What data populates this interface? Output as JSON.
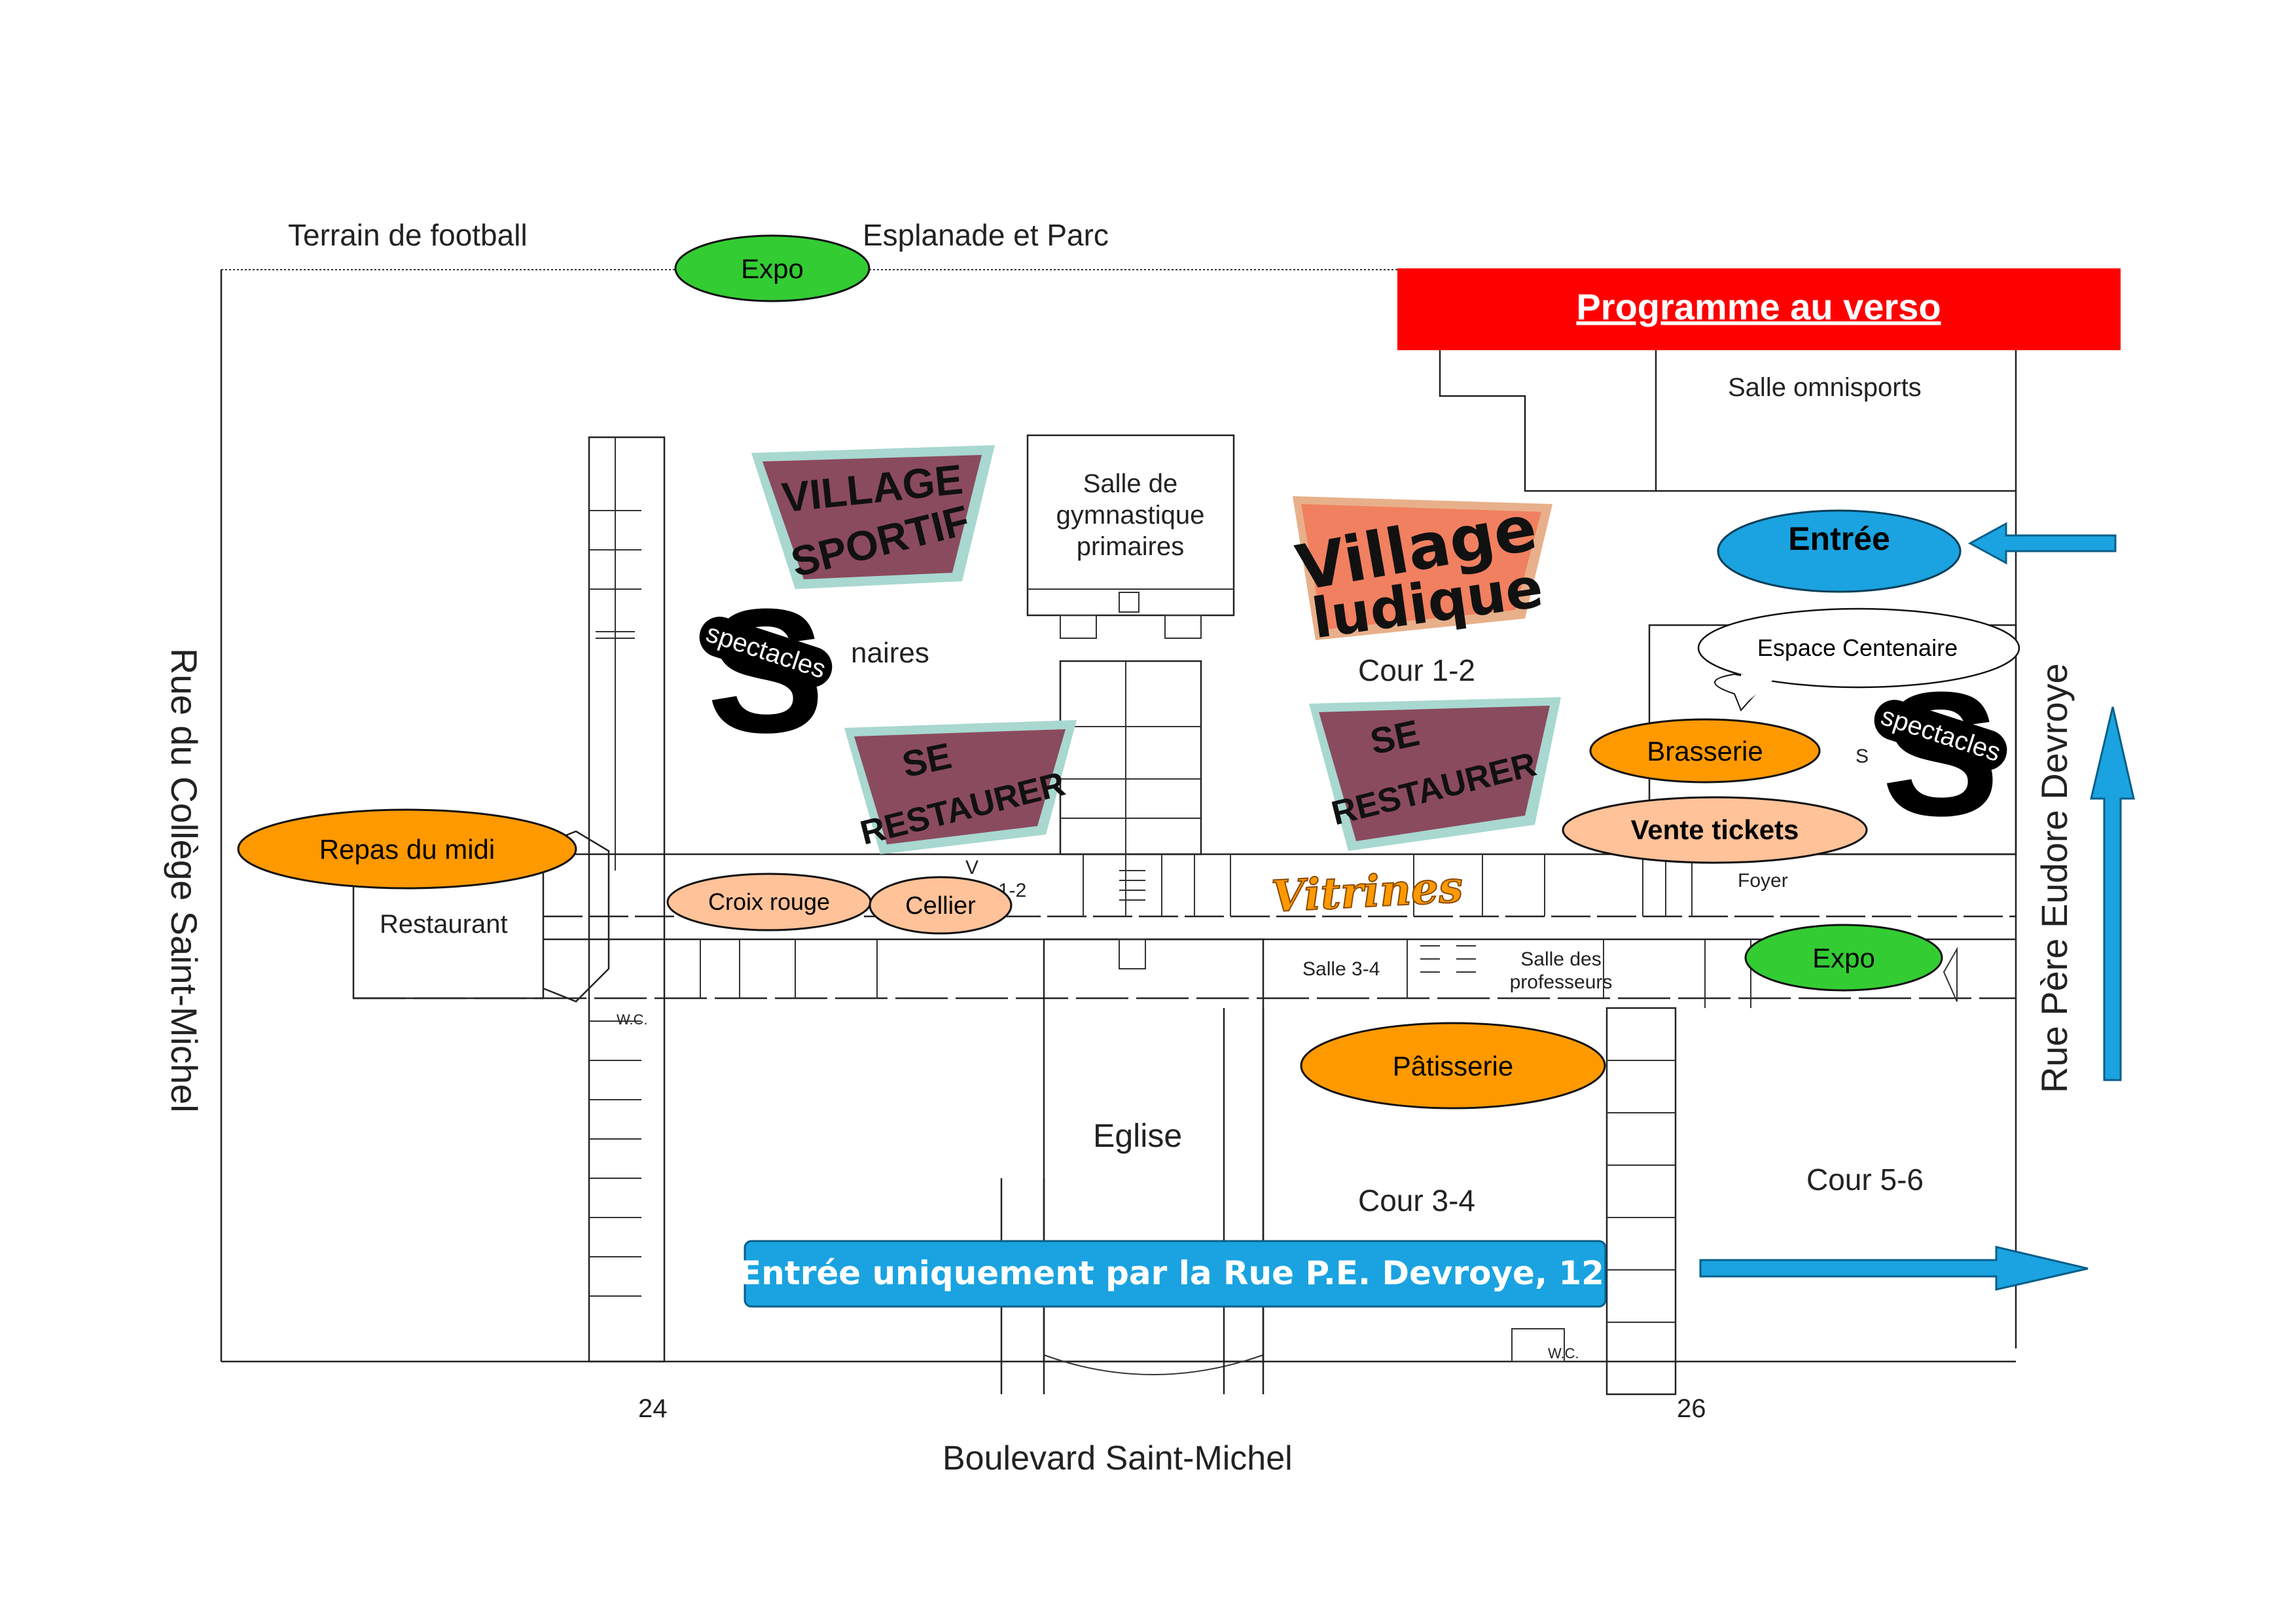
{
  "streets": {
    "north_left": "Terrain de football",
    "north_right": "Esplanade et Parc",
    "west": "Rue du Collège Saint-Michel",
    "east": "Rue Père Eudore Devroye",
    "south": "Boulevard Saint-Michel"
  },
  "banner": {
    "label": "Programme au verso",
    "color": "#ff0000"
  },
  "bottom_banner": {
    "label": "Entrée uniquement par la Rue P.E. Devroye, 12",
    "color": "#1aa3e0"
  },
  "rooms": {
    "salle_omnisports": "Salle omnisports",
    "gym_line1": "Salle de",
    "gym_line2": "gymnastique",
    "gym_line3": "primaires",
    "primaires_partial": "naires",
    "cour12": "Cour 1-2",
    "restaurant": "Restaurant",
    "foyer": "Foyer",
    "salle34": "Salle 3-4",
    "profs_line1": "Salle des",
    "profs_line2": "professeurs",
    "eglise": "Eglise",
    "cour34": "Cour 3-4",
    "cour56": "Cour 5-6",
    "wc1": "W.C.",
    "wc2": "W.C.",
    "fragment_v": "V",
    "fragment_12": "1-2",
    "fragment_s": "S"
  },
  "numbers": {
    "n24": "24",
    "n26": "26"
  },
  "ovals": {
    "expo_top": "Expo",
    "entree": "Entrée",
    "espace_centenaire": "Espace Centenaire",
    "brasserie": "Brasserie",
    "vente_tickets": "Vente tickets",
    "repas_midi": "Repas du midi",
    "croix_rouge": "Croix rouge",
    "cellier": "Cellier",
    "expo_right": "Expo",
    "patisserie": "Pâtisserie"
  },
  "signs": {
    "village_sportif_1": "VILLAGE",
    "village_sportif_2": "SPORTIF",
    "village_ludique_1": "Village",
    "village_ludique_2": "ludique",
    "se_restaurer_1": "SE",
    "se_restaurer_2": "RESTAURER",
    "se_restaurer_b1": "SE",
    "se_restaurer_b2": "RESTAURER",
    "vitrines": "Vitrines",
    "spectacles_left": "spectacles",
    "spectacles_right": "spectacles"
  },
  "colors": {
    "orange": "#ff9900",
    "green": "#33cc33",
    "peach": "#ffc299",
    "blue": "#1aa3e0",
    "sign_fill": "#8b4b5e",
    "sign_border": "#a8d8d0",
    "ludique_fill": "#f08060"
  }
}
